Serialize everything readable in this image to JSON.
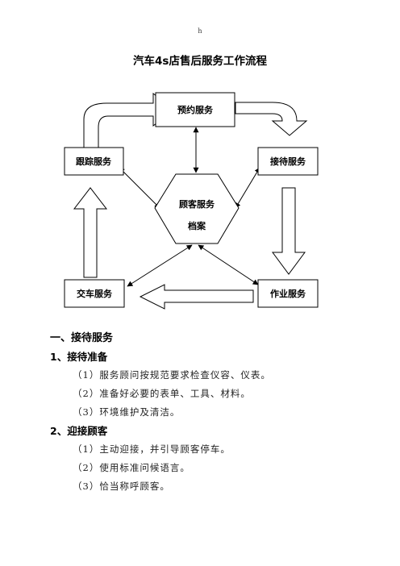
{
  "page_mark": "h",
  "title": "汽车4s店售后服务工作流程",
  "diagram": {
    "nodes": {
      "reservation": "预约服务",
      "reception": "接待服务",
      "operation": "作业服务",
      "delivery": "交车服务",
      "followup": "跟踪服务",
      "archive_line1": "顾客服务",
      "archive_line2": "档案"
    }
  },
  "sections": [
    {
      "heading": "一、接待服务",
      "subsections": [
        {
          "heading": "1、接待准备",
          "items": [
            "（1）服务顾问按规范要求检查仪容、仪表。",
            "（2）准备好必要的表单、工具、材料。",
            "（3）环境维护及清洁。"
          ]
        },
        {
          "heading": "2、迎接顾客",
          "items": [
            "（1）主动迎接，并引导顾客停车。",
            "（2）使用标准问候语言。",
            "（3）恰当称呼顾客。"
          ]
        }
      ]
    }
  ]
}
